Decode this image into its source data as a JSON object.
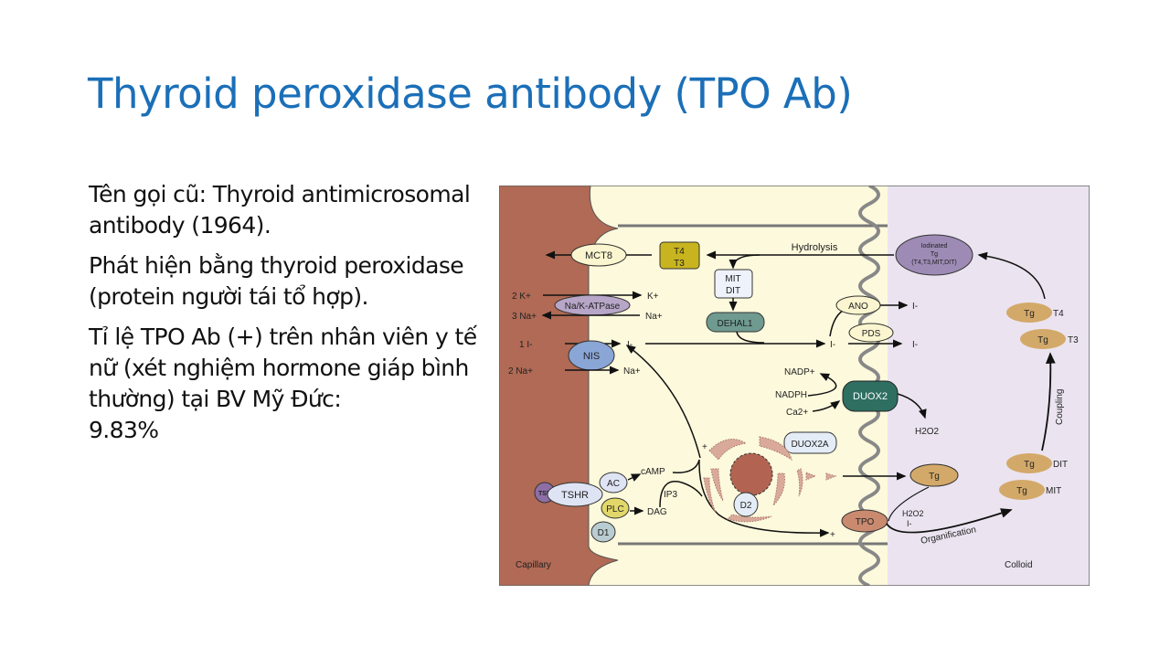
{
  "slide": {
    "title": "Thyroid peroxidase antibody (TPO Ab)",
    "paragraphs": [
      "Tên gọi cũ: Thyroid antimicrosomal antibody (1964).",
      "Phát hiện bằng thyroid peroxidase (protein người tái tổ hợp).",
      "Tỉ lệ TPO Ab (+) trên nhân viên y tế nữ (xét nghiệm hormone giáp bình thường) tại BV Mỹ Đức:"
    ],
    "highlight_value": "9.83%"
  },
  "diagram": {
    "capillary": "Capillary",
    "colloid": "Colloid",
    "mct8": "MCT8",
    "t4": "T4",
    "t3": "T3",
    "hydrolysis": "Hydrolysis",
    "mit": "MIT",
    "dit": "DIT",
    "dehal1": "DEHAL1",
    "iodinated_tg_1": "Iodinated",
    "iodinated_tg_2": "Tg",
    "iodinated_tg_3": "(T4,T3,MIT,DIT)",
    "two_k": "2 K+",
    "k": "K+",
    "nak_atpase": "Na/K-ATPase",
    "three_na": "3 Na+",
    "na": "Na+",
    "one_i": "1 I-",
    "i": "I-",
    "nis": "NIS",
    "two_na": "2 Na+",
    "ano": "ANO",
    "pds": "PDS",
    "nadp": "NADP+",
    "nadph": "NADPH",
    "ca": "Ca2+",
    "duox2": "DUOX2",
    "h2o2": "H2O2",
    "duox2a": "DUOX2A",
    "camp": "cAMP",
    "ip3": "IP3",
    "dag": "DAG",
    "tsh": "TSH",
    "tshr": "TSHR",
    "ac": "AC",
    "plc": "PLC",
    "d1": "D1",
    "d2": "D2",
    "tg": "Tg",
    "tpo": "TPO",
    "organification": "Organification",
    "coupling": "Coupling",
    "plus": "+",
    "tg_t4": "T4",
    "tg_t3": "T3",
    "tg_dit": "DIT",
    "tg_mit": "MIT"
  },
  "colors": {
    "title": "#1b6fb8",
    "capillary": "#b06a55",
    "cytoplasm": "#fdf9dc",
    "colloid": "#ebe4f0"
  }
}
